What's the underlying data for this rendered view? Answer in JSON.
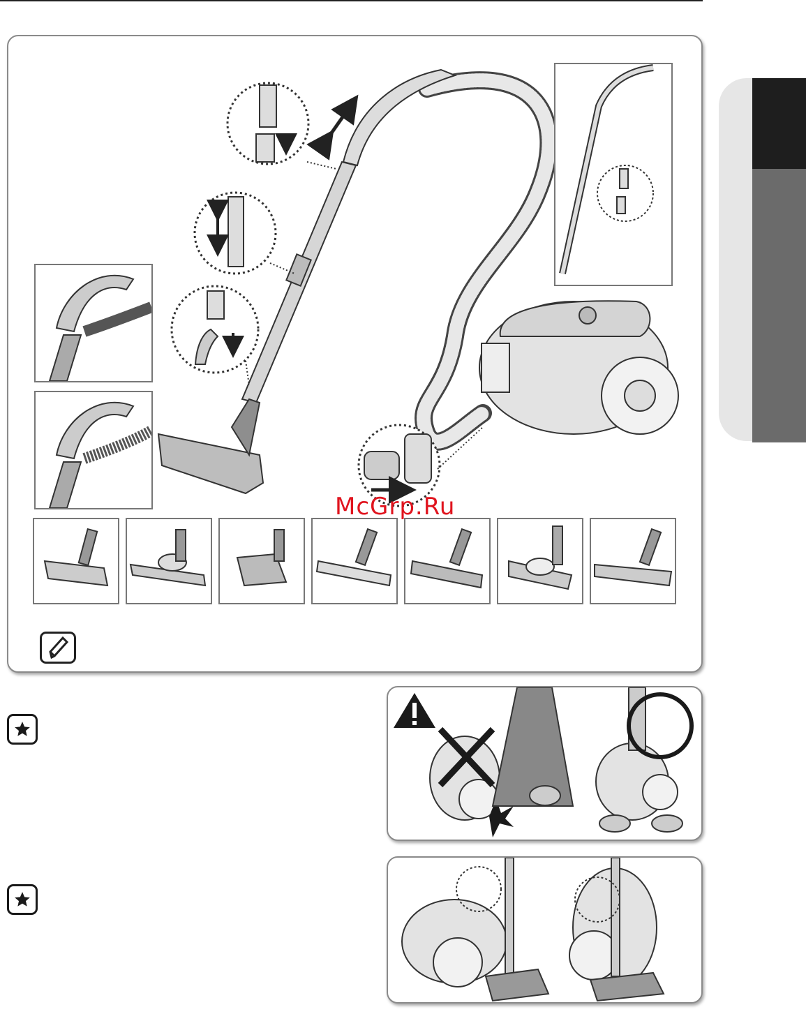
{
  "watermark": {
    "text": "McGrp.Ru"
  },
  "colors": {
    "ink": "#1a1a1a",
    "panel_border": "#8a8a8a",
    "tab_dark": "#1e1e1e",
    "tab_grey": "#6b6b6b",
    "tab_light": "#e6e6e6",
    "watermark": "#e0141e"
  },
  "icons": {
    "note": "note-pencil-icon",
    "tip": "star-icon",
    "warning": "warning-triangle-icon",
    "prohibited": "x-cross-icon",
    "correct": "circle-highlight-icon"
  },
  "accessories": [
    {
      "name": "brush-1"
    },
    {
      "name": "brush-2"
    },
    {
      "name": "brush-3"
    },
    {
      "name": "brush-4"
    },
    {
      "name": "brush-5"
    },
    {
      "name": "brush-6"
    },
    {
      "name": "brush-7"
    }
  ]
}
